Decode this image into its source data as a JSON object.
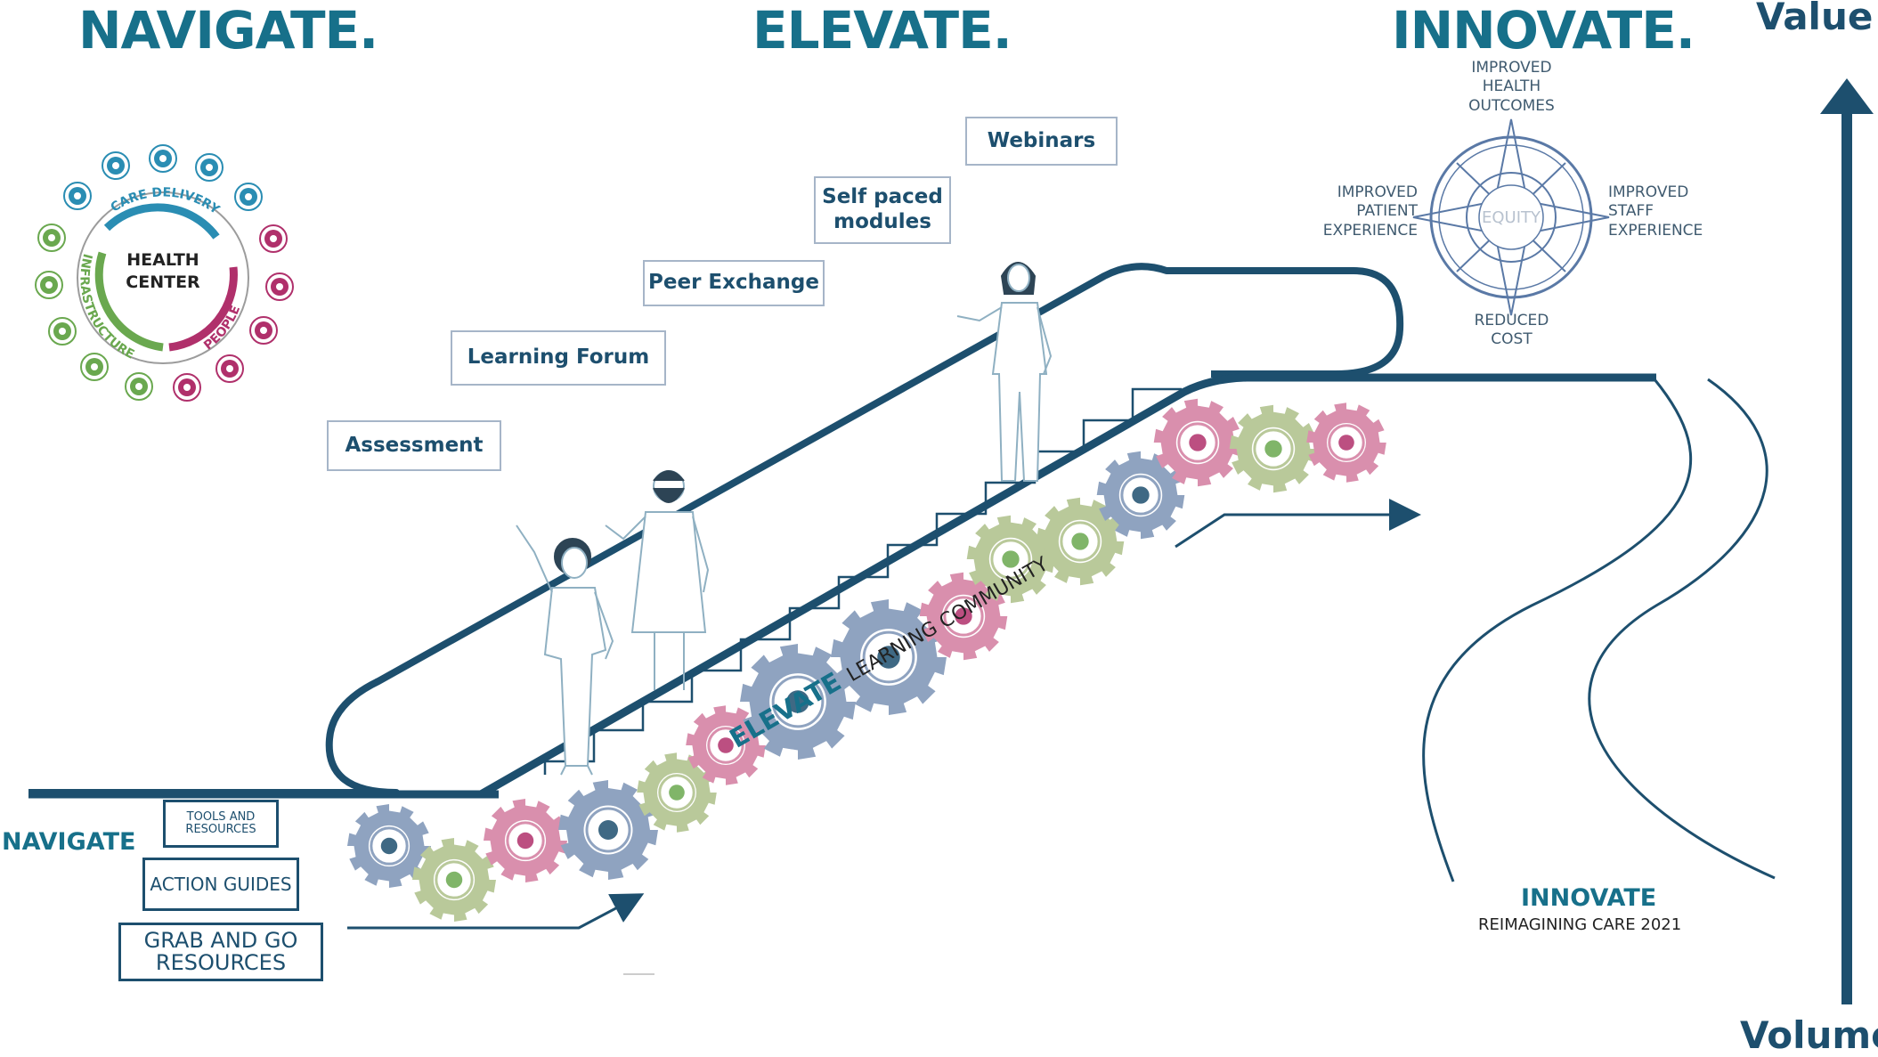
{
  "headings": {
    "navigate": "NAVIGATE.",
    "elevate": "ELEVATE.",
    "innovate": "INNOVATE."
  },
  "axis": {
    "top": "Value",
    "bottom": "Volume"
  },
  "health_center": {
    "center": "HEALTH\nCENTER",
    "arc_care": "CARE DELIVERY",
    "arc_infra": "INFRASTRUCTURE",
    "arc_people": "PEOPLE"
  },
  "boxes": {
    "assessment": "Assessment",
    "learning_forum": "Learning Forum",
    "peer_exchange": "Peer Exchange",
    "self_paced": "Self paced\nmodules",
    "webinars": "Webinars"
  },
  "stairs": {
    "top": "TOOLS AND\nRESOURCES",
    "middle": "ACTION GUIDES",
    "bottom": "GRAB AND GO\nRESOURCES"
  },
  "navigate_label": "NAVIGATE",
  "elevate_label": {
    "elevate": "ELEVATE",
    "rest": "LEARNING COMMUNITY"
  },
  "innovate_label": {
    "title": "INNOVATE",
    "subtitle": "REIMAGINING CARE 2021"
  },
  "compass": {
    "center": "EQUITY",
    "top": "IMPROVED\nHEALTH\nOUTCOMES",
    "left": "IMPROVED\nPATIENT\nEXPERIENCE",
    "right": "IMPROVED\nSTAFF\nEXPERIENCE",
    "bottom": "REDUCED\nCOST"
  },
  "colors": {
    "navy": "#1d4f6e",
    "teal": "#17708a",
    "gear_blue": "#8fa3c0",
    "gear_green": "#b9c99a",
    "gear_pink": "#d98fad",
    "green": "#6aa84f",
    "magenta": "#b0306b",
    "care_blue": "#2a8db3"
  },
  "icons": {
    "gears": [
      "home-icon",
      "chart-icon",
      "tree-icon",
      "org-chart-icon",
      "wifi-icon",
      "heart-hands-icon",
      "heartbeat-icon",
      "flask-icon",
      "group-icon",
      "hand-coin-icon",
      "dollar-icon",
      "pie-icon",
      "handshake-icon",
      "bank-icon",
      "group-icon"
    ],
    "ring": [
      "home-icon",
      "flask-icon",
      "heart-icon",
      "pie-icon",
      "group-icon",
      "heart-hands-icon",
      "tree-icon",
      "handshake-icon",
      "handshake-icon",
      "chart-icon",
      "wifi-icon",
      "bank-icon",
      "dollar-icon",
      "hand-coin-icon",
      "org-chart-icon"
    ]
  }
}
